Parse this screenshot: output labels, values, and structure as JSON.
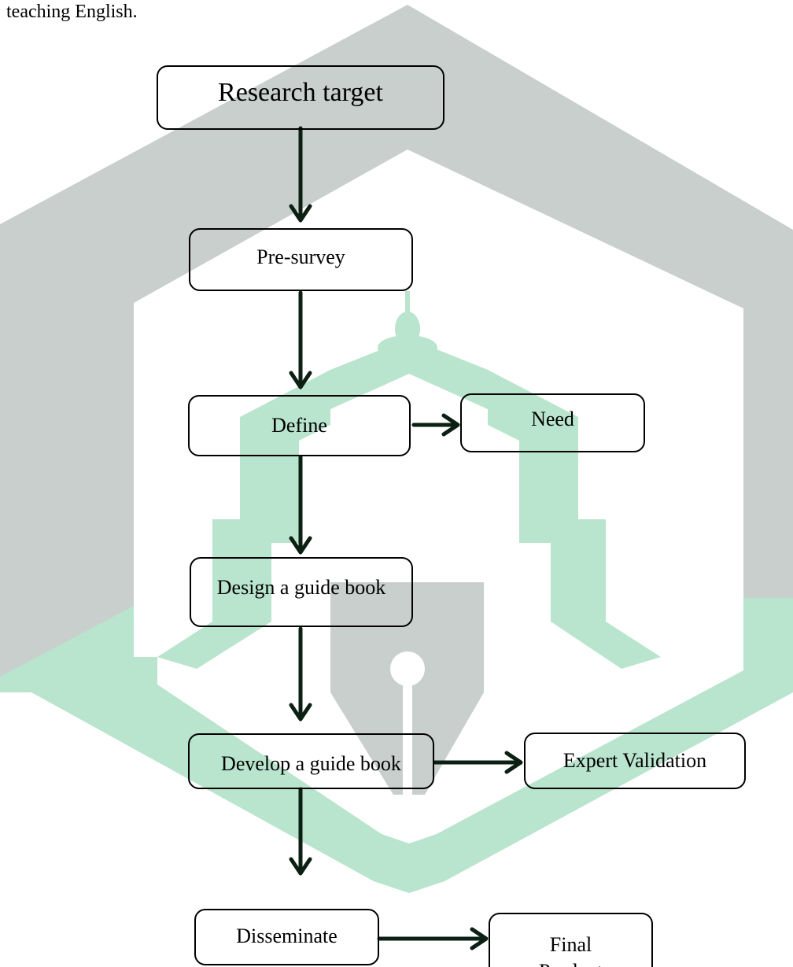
{
  "intro_text": "teaching English.",
  "colors": {
    "watermark_gray": "#c8cfcd",
    "watermark_green": "#b9e4cd",
    "arrow": "#0b1f12"
  },
  "flowchart": {
    "nodes": {
      "research_target": "Research target",
      "pre_survey": "Pre-survey",
      "define": "Define",
      "need": "Need",
      "design": "Design a guide book",
      "develop": "Develop a guide book",
      "expert_validation": "Expert Validation",
      "disseminate": "Disseminate",
      "final": "Final Product"
    }
  }
}
